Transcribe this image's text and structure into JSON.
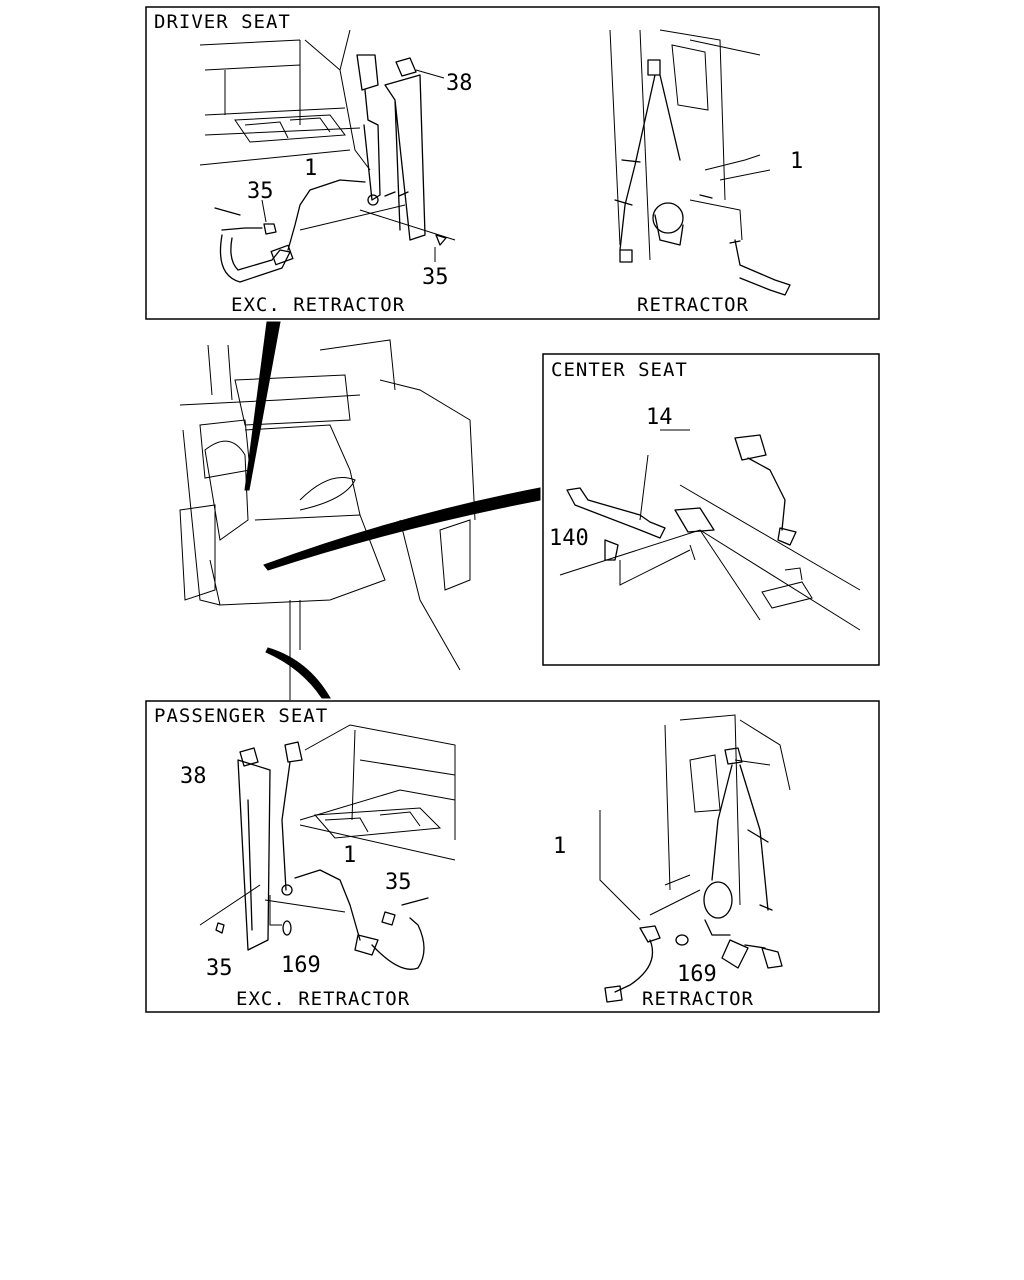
{
  "panels": {
    "driver": {
      "title": "DRIVER SEAT",
      "caption_left": "EXC. RETRACTOR",
      "caption_right": "RETRACTOR",
      "callouts": {
        "c38": "38",
        "c1_left": "1",
        "c35_top": "35",
        "c35_bottom": "35",
        "c1_right": "1"
      }
    },
    "center": {
      "title": "CENTER SEAT",
      "callouts": {
        "c14": "14",
        "c140": "140"
      }
    },
    "passenger": {
      "title": "PASSENGER SEAT",
      "caption_left": "EXC. RETRACTOR",
      "caption_right": "RETRACTOR",
      "callouts": {
        "c38": "38",
        "c1_left": "1",
        "c35_right": "35",
        "c35_left": "35",
        "c169_left": "169",
        "c1_right": "1",
        "c169_right": "169"
      }
    }
  },
  "icons": [
    "seat-belt-buckle-icon",
    "retractor-icon",
    "bolt-icon",
    "cab-interior-illustration"
  ]
}
